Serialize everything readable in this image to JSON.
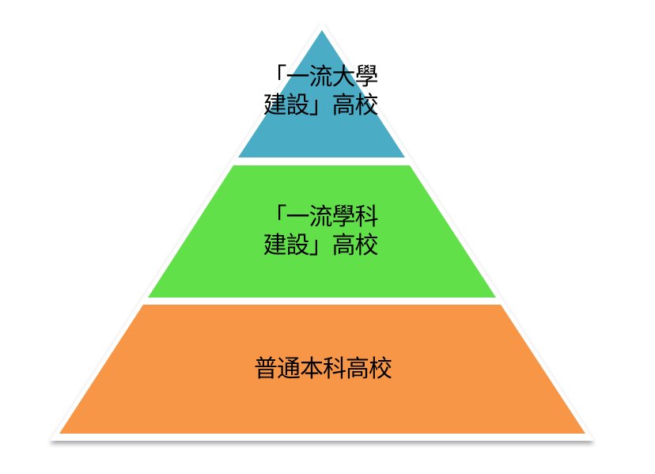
{
  "diagram": {
    "type": "pyramid",
    "tiers": [
      {
        "level": "top",
        "line1": "「一流大學",
        "line2": "建設」高校",
        "color": "#4BACC6"
      },
      {
        "level": "middle",
        "line1": "「一流學科",
        "line2": "建設」高校",
        "color": "#62E049"
      },
      {
        "level": "bottom",
        "line1": "普通本科高校",
        "color": "#F79646"
      }
    ],
    "outline_color": "#ffffff"
  }
}
